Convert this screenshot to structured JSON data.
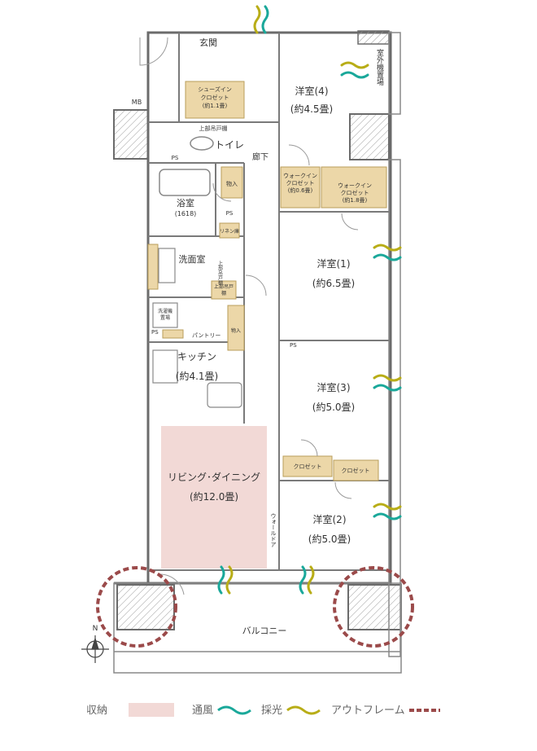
{
  "rooms": {
    "entrance": "玄関",
    "western4": "洋室(4)",
    "western4_size": "(約4.5畳)",
    "outdoor_storage": "室外機置場",
    "shoe_closet": "シューズイン",
    "shoe_closet2": "クロゼット",
    "shoe_closet_size": "(約1.1畳)",
    "mb": "MB",
    "upper_storage_1": "上部吊戸棚",
    "toilet": "トイレ",
    "ps": "PS",
    "hallway": "廊下",
    "walkin1": "ウォークイン",
    "walkin1b": "クロゼット",
    "walkin1_size": "(約0.6畳)",
    "walkin2": "ウォークイン",
    "walkin2b": "クロゼット",
    "walkin2_size": "(約1.8畳)",
    "storage": "物入",
    "bathroom": "浴室",
    "bathroom_size": "(1618)",
    "linen": "リネン庫",
    "washroom": "洗面室",
    "upper_storage_2": "上部吊戸棚",
    "upper_shelf": "上部吊戸",
    "upper_shelf2": "棚",
    "western1": "洋室(1)",
    "western1_size": "(約6.5畳)",
    "dryer": "洗濯機",
    "dryer2": "置場",
    "pantry": "パントリー",
    "kitchen": "キッチン",
    "kitchen_size": "(約4.1畳)",
    "western3": "洋室(3)",
    "western3_size": "(約5.0畳)",
    "closet": "クロゼット",
    "living": "リビング･ダイニング",
    "living_size": "(約12.0畳)",
    "wall_door": "ウォールドア",
    "western2": "洋室(2)",
    "western2_size": "(約5.0畳)",
    "balcony": "バルコニー",
    "north": "N"
  },
  "legend": {
    "storage": "収納",
    "ventilation": "通風",
    "lighting": "採光",
    "outframe": "アウトフレーム"
  },
  "colors": {
    "storage_fill": "#f2d9d6",
    "closet_fill": "#ecd7a8",
    "ventilation": "#1aa89a",
    "lighting": "#b8ad17",
    "outframe": "#9b4a4a",
    "wall": "#6b6b6b"
  }
}
